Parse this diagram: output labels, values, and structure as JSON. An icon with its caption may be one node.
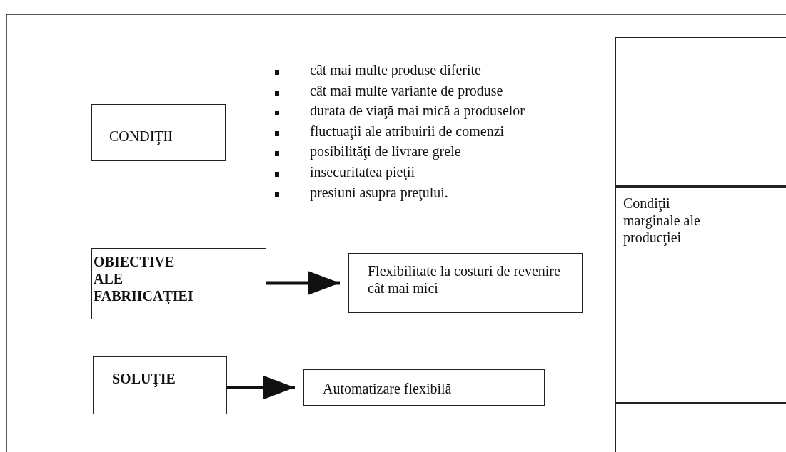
{
  "diagram": {
    "nodes": [
      {
        "text": [
          "CONDIŢII"
        ]
      },
      {
        "text": [
          "OBIECTIVE ALE FABRIICAŢIEI"
        ]
      },
      {
        "text": [
          "Flexibilitate la costuri de revenire cât mai mici"
        ]
      },
      {
        "text": [
          "SOLUŢIE"
        ]
      },
      {
        "text": [
          "Automatizare flexibilă"
        ]
      },
      {
        "text": [],
        "shape": "box"
      },
      {
        "text": [
          "Condiţii marginale ale producţiei"
        ]
      },
      {
        "text": [],
        "shape": "box"
      }
    ],
    "edges": [
      {
        "from": 1,
        "to": 2,
        "arrow": "to"
      },
      {
        "from": 3,
        "to": 4,
        "arrow": "to"
      }
    ],
    "labels": [
      "cât mai multe produse diferite",
      "cât mai multe variante de produse",
      "durata de viaţă mai mică a produselor",
      "fluctuaţii ale atribuirii de comenzi",
      "posibilităţi de livrare grele",
      "insecuritatea pieţii",
      "presiuni asupra preţului."
    ]
  }
}
